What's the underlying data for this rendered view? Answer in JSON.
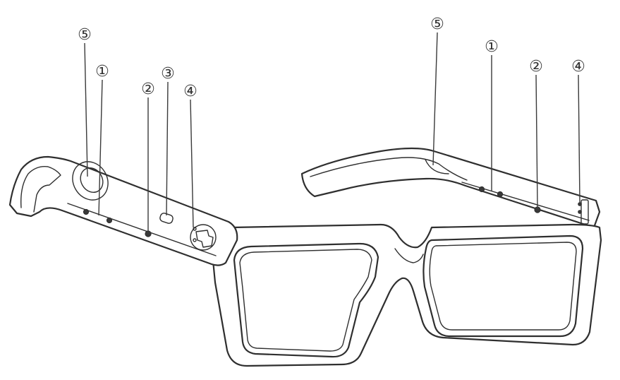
{
  "callouts": {
    "left": {
      "speaker": "⑤",
      "microphone": "①",
      "sensor": "②",
      "button": "③",
      "port": "④"
    },
    "right": {
      "speaker": "⑤",
      "microphone": "①",
      "sensor": "②",
      "indicator": "④"
    }
  },
  "colors": {
    "stroke": "#2f2f2f",
    "background": "#ffffff"
  }
}
